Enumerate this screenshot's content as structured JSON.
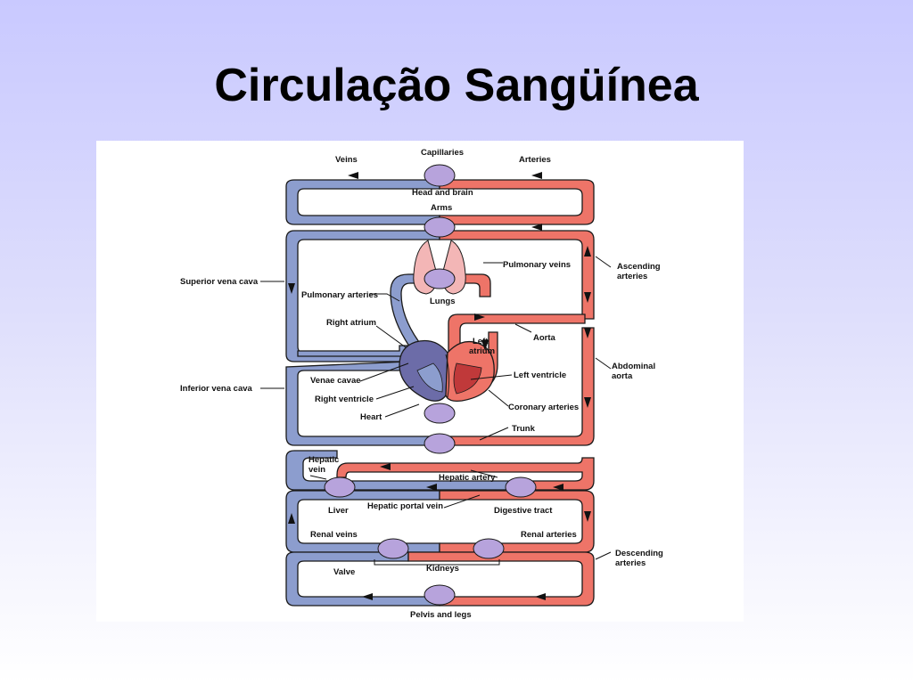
{
  "slide": {
    "title": "Circulação Sangüínea"
  },
  "colors": {
    "venous": "#8c9dce",
    "arterial": "#ee7468",
    "outline": "#1a1a1a",
    "capillary": "#b7a3dc",
    "heart_dark": "#6c6ca8",
    "lung": "#f3b6b6"
  },
  "labels": {
    "veins": "Veins",
    "capillaries": "Capillaries",
    "arteries": "Arteries",
    "head_and_brain": "Head and brain",
    "arms": "Arms",
    "pulmonary_veins": "Pulmonary veins",
    "ascending_arteries_1": "Ascending",
    "ascending_arteries_2": "arteries",
    "superior_vena_cava": "Superior vena cava",
    "pulmonary_arteries": "Pulmonary arteries",
    "lungs": "Lungs",
    "right_atrium": "Right atrium",
    "aorta": "Aorta",
    "left_atrium_1": "Left",
    "left_atrium_2": "atrium",
    "abdominal_aorta_1": "Abdominal",
    "abdominal_aorta_2": "aorta",
    "venae_cavae": "Venae cavae",
    "left_ventricle": "Left ventricle",
    "inferior_vena_cava": "Inferior vena cava",
    "right_ventricle": "Right ventricle",
    "heart": "Heart",
    "coronary_arteries": "Coronary arteries",
    "trunk": "Trunk",
    "hepatic_vein_1": "Hepatic",
    "hepatic_vein_2": "vein",
    "hepatic_artery": "Hepatic artery",
    "liver": "Liver",
    "hepatic_portal_vein": "Hepatic portal vein",
    "digestive_tract": "Digestive tract",
    "renal_veins": "Renal veins",
    "renal_arteries": "Renal arteries",
    "descending_arteries_1": "Descending",
    "descending_arteries_2": "arteries",
    "valve": "Valve",
    "kidneys": "Kidneys",
    "pelvis_and_legs": "Pelvis and legs"
  }
}
